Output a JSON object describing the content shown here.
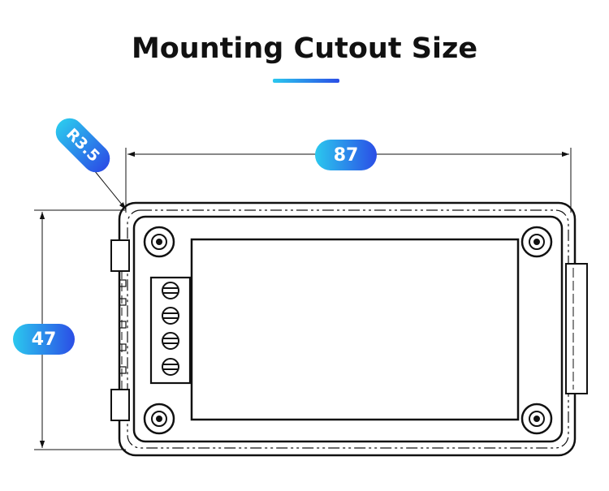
{
  "title": "Mounting Cutout Size",
  "dimensions": {
    "width": "87",
    "height": "47",
    "corner_radius": "R3.5"
  },
  "colors": {
    "accent_start": "#2bc8ee",
    "accent_end": "#2b4ee6",
    "line": "#111111",
    "background": "#ffffff"
  }
}
